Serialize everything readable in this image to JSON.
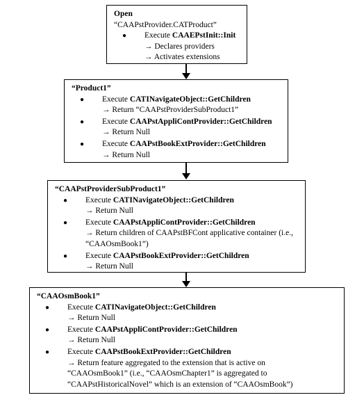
{
  "boxes": [
    {
      "title": "Open",
      "subtitle": "“CAAPstProvider.CATProduct”",
      "items": [
        {
          "prefix": "Execute ",
          "bold": "CAAEPstInit::Init",
          "lines": [
            "→ Declares providers",
            "→ Activates extensions"
          ]
        }
      ]
    },
    {
      "title": "“Product1”",
      "items": [
        {
          "prefix": "Execute ",
          "bold": "CATINavigateObject::GetChildren",
          "lines": [
            "→ Return “CAAPstProviderSubProduct1”"
          ]
        },
        {
          "prefix": "Execute ",
          "bold": "CAAPstAppliContProvider::GetChildren",
          "lines": [
            "→ Return Null"
          ]
        },
        {
          "prefix": "Execute ",
          "bold": "CAAPstBookExtProvider::GetChildren",
          "lines": [
            "→ Return Null"
          ]
        }
      ]
    },
    {
      "title": "“CAAPstProviderSubProduct1”",
      "items": [
        {
          "prefix": "Execute ",
          "bold": "CATINavigateObject::GetChildren",
          "lines": [
            "→ Return Null"
          ]
        },
        {
          "prefix": "Execute ",
          "bold": "CAAPstAppliContProvider::GetChildren",
          "lines": [
            "→ Return children of CAAPstBFCont applicative container (i.e.,",
            "“CAAOsmBook1”)"
          ]
        },
        {
          "prefix": "Execute ",
          "bold": "CAAPstBookExtProvider::GetChildren",
          "lines": [
            "→ Return Null"
          ]
        }
      ]
    },
    {
      "title": "“CAAOsmBook1”",
      "items": [
        {
          "prefix": "Execute ",
          "bold": "CATINavigateObject::GetChildren",
          "lines": [
            "→ Return Null"
          ]
        },
        {
          "prefix": "Execute ",
          "bold": "CAAPstAppliContProvider::GetChildren",
          "lines": [
            "→ Return Null"
          ]
        },
        {
          "prefix": "Execute ",
          "bold": "CAAPstBookExtProvider::GetChildren",
          "lines": [
            "→ Return feature aggregated to the extension that is active on",
            "“CAAOsmBook1” (i.e., “CAAOsmChapter1” is aggregated to",
            "“CAAPstHistoricalNovel” which is an extension of “CAAOsmBook”)"
          ]
        }
      ]
    }
  ],
  "bullet_glyph": "●"
}
